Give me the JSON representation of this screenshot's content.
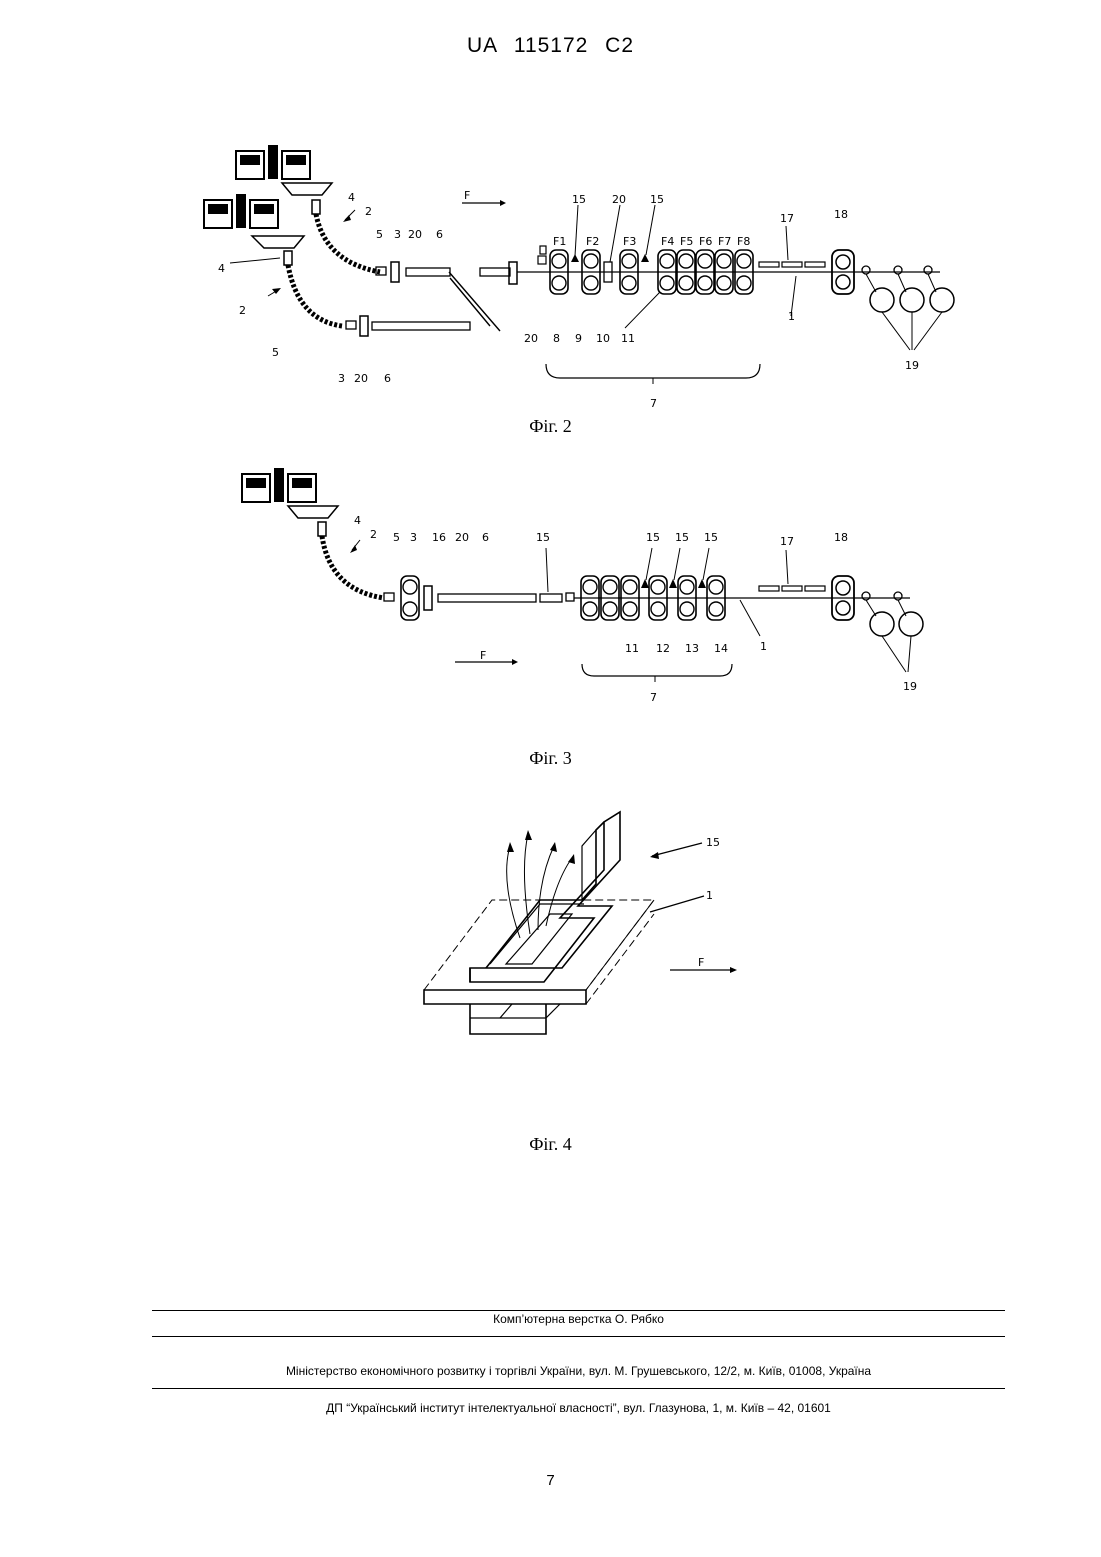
{
  "header": {
    "patent_number": "UA 115172 C2"
  },
  "figures": {
    "fig2": {
      "caption": "Фіг. 2",
      "labels": {
        "num_4a": "4",
        "num_2a": "2",
        "num_5a": "5",
        "num_3a": "3",
        "num_20a": "20",
        "num_6a": "6",
        "num_4b": "4",
        "num_2b": "2",
        "num_5b": "5",
        "num_3b": "3",
        "num_20b": "20",
        "num_6b": "6",
        "flow_F": "F",
        "stand_F1": "F1",
        "stand_F2": "F2",
        "stand_F3": "F3",
        "stand_F4": "F4",
        "stand_F5": "F5",
        "stand_F6": "F6",
        "stand_F7": "F7",
        "stand_F8": "F8",
        "num_15a": "15",
        "num_20c": "20",
        "num_15b": "15",
        "num_17": "17",
        "num_18": "18",
        "num_20d": "20",
        "num_8": "8",
        "num_9": "9",
        "num_10": "10",
        "num_11": "11",
        "num_1": "1",
        "num_19": "19",
        "num_7": "7"
      }
    },
    "fig3": {
      "caption": "Фіг. 3",
      "labels": {
        "num_4": "4",
        "num_2": "2",
        "num_5": "5",
        "num_3": "3",
        "num_16": "16",
        "num_20": "20",
        "num_6": "6",
        "num_15a": "15",
        "num_15b": "15",
        "num_15c": "15",
        "num_15d": "15",
        "num_17": "17",
        "num_18": "18",
        "num_11": "11",
        "num_12": "12",
        "num_13": "13",
        "num_14": "14",
        "num_1": "1",
        "num_19": "19",
        "num_7": "7",
        "flow_F": "F"
      }
    },
    "fig4": {
      "caption": "Фіг. 4",
      "labels": {
        "num_15": "15",
        "num_1": "1",
        "flow_F": "F"
      }
    }
  },
  "footer": {
    "typesetting": "Комп’ютерна верстка О. Рябко",
    "ministry": "Міністерство економічного розвитку і торгівлі України, вул. М. Грушевського, 12/2, м. Київ, 01008, Україна",
    "institute": "ДП “Український інститут інтелектуальної власності”, вул. Глазунова, 1, м. Київ – 42, 01601"
  },
  "page_number": "7"
}
